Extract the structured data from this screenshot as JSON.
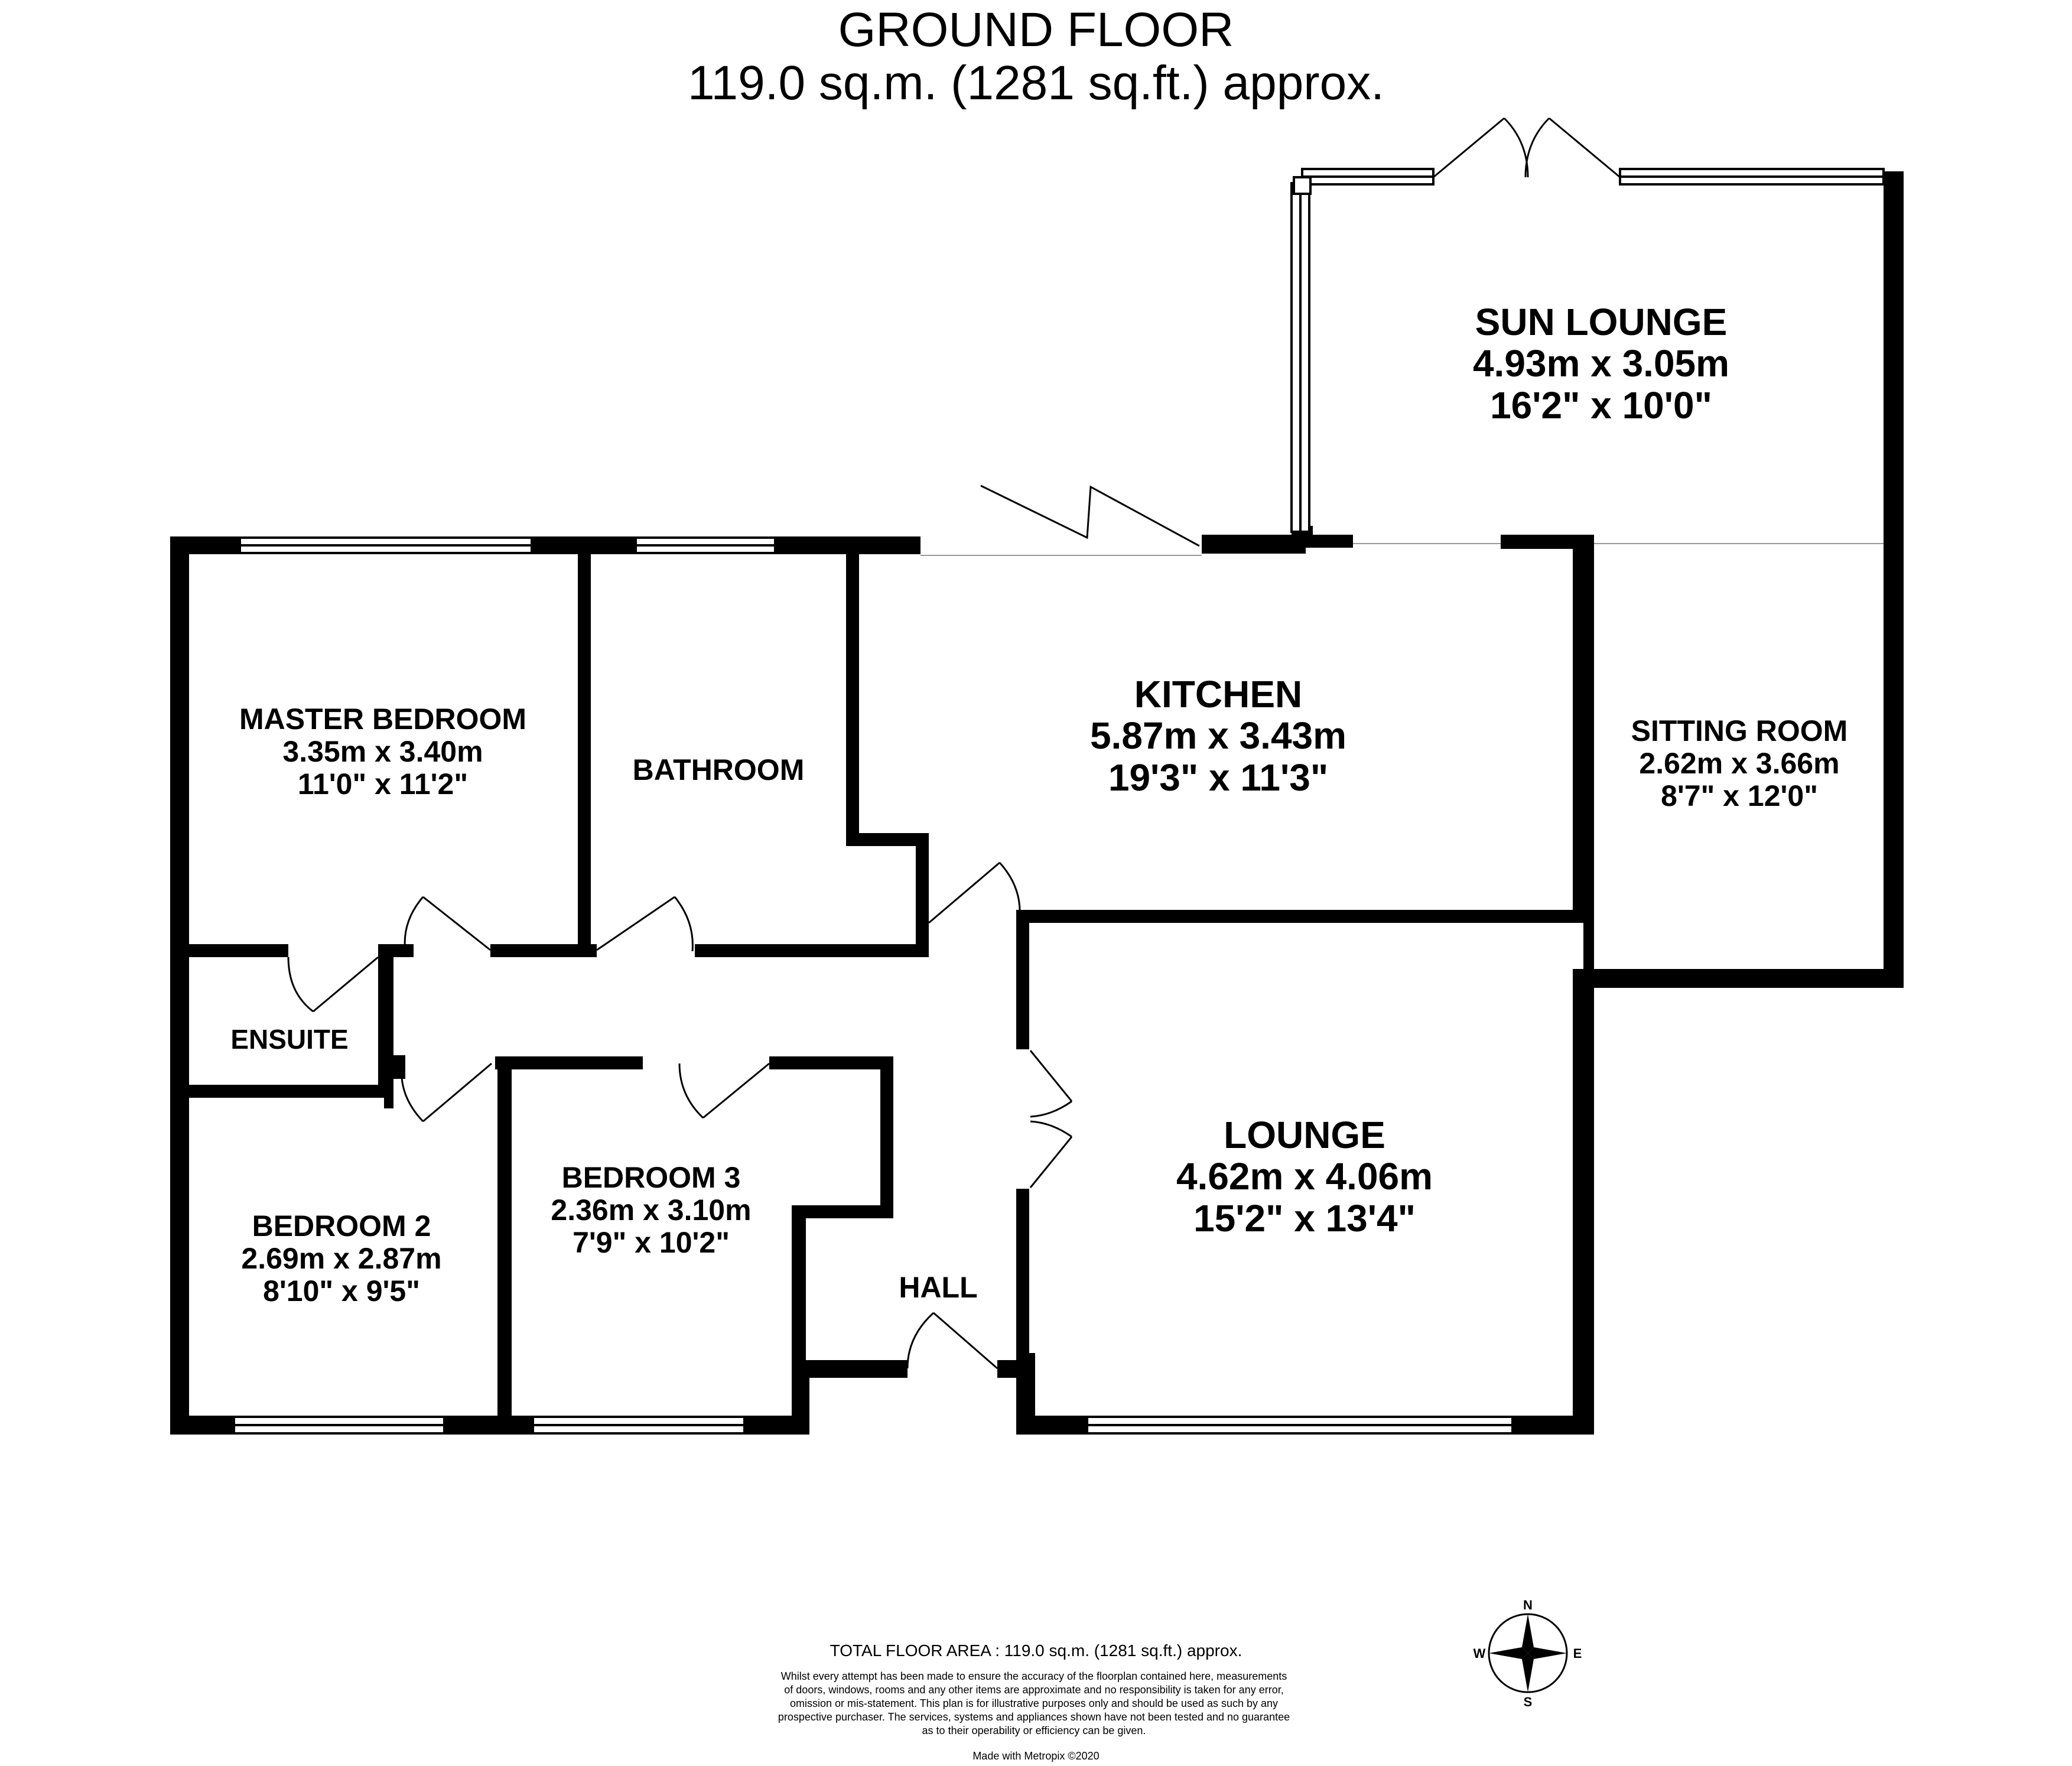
{
  "header": {
    "floor_name": "GROUND FLOOR",
    "floor_area": "119.0 sq.m. (1281 sq.ft.) approx."
  },
  "rooms": {
    "sun_lounge": {
      "name": "SUN LOUNGE",
      "metric": "4.93m  x 3.05m",
      "imperial": "16'2\"  x 10'0\""
    },
    "kitchen": {
      "name": "KITCHEN",
      "metric": "5.87m  x 3.43m",
      "imperial": "19'3\"  x 11'3\""
    },
    "sitting_room": {
      "name": "SITTING ROOM",
      "metric": "2.62m  x 3.66m",
      "imperial": "8'7\"  x 12'0\""
    },
    "master_bedroom": {
      "name": "MASTER BEDROOM",
      "metric": "3.35m  x 3.40m",
      "imperial": "11'0\"  x 11'2\""
    },
    "bathroom": {
      "name": "BATHROOM"
    },
    "ensuite": {
      "name": "ENSUITE"
    },
    "lounge": {
      "name": "LOUNGE",
      "metric": "4.62m  x 4.06m",
      "imperial": "15'2\"  x 13'4\""
    },
    "bedroom_3": {
      "name": "BEDROOM 3",
      "metric": "2.36m  x 3.10m",
      "imperial": "7'9\"  x 10'2\""
    },
    "bedroom_2": {
      "name": "BEDROOM 2",
      "metric": "2.69m  x 2.87m",
      "imperial": "8'10\"  x 9'5\""
    },
    "hall": {
      "name": "HALL"
    }
  },
  "footer": {
    "total_area": "TOTAL FLOOR AREA : 119.0 sq.m. (1281 sq.ft.) approx.",
    "disclaimer": [
      "Whilst every attempt has been made to ensure the accuracy of the floorplan contained here, measurements",
      "of doors, windows, rooms and any other items are approximate and no responsibility is taken for any error,",
      "omission or mis-statement. This plan is for illustrative purposes only and should be used as such by any",
      "prospective purchaser. The services, systems and appliances shown have not been tested and no guarantee",
      "as to their operability or efficiency can be given."
    ],
    "made_with": "Made with Metropix ©2020"
  },
  "compass": {
    "n": "N",
    "e": "E",
    "s": "S",
    "w": "W",
    "icon": "compass-rose-icon"
  },
  "colors": {
    "wall": "#000000",
    "window": "#ffffff"
  }
}
